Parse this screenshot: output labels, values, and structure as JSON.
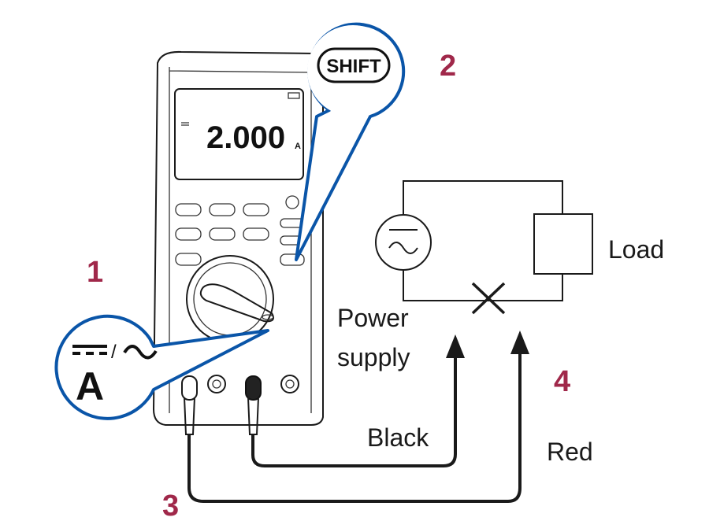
{
  "meter": {
    "reading": "2.000",
    "unit": "A",
    "shift_key": "SHIFT",
    "function_symbol": "A",
    "function_modes": "/"
  },
  "labels": {
    "power": "Power",
    "supply": "supply",
    "load": "Load",
    "black": "Black",
    "red": "Red"
  },
  "steps": [
    "1",
    "2",
    "3",
    "4"
  ],
  "colors": {
    "callout": "#0a55a8",
    "step_numbers": "#a0284a"
  }
}
